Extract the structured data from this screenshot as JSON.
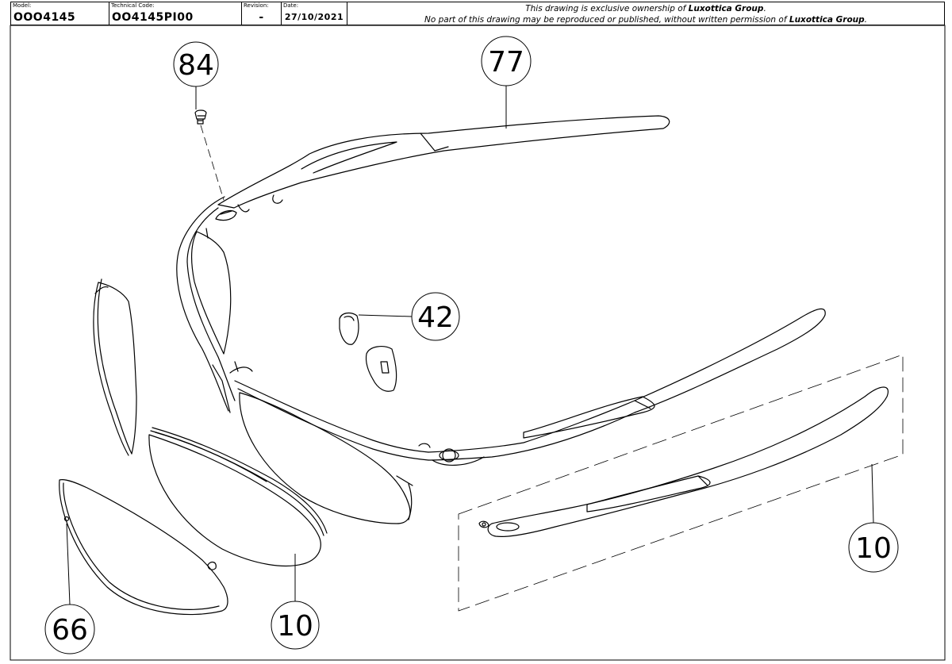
{
  "title_block": {
    "model_label": "Model:",
    "model_value": "OOO4145",
    "technical_code_label": "Technical Code:",
    "technical_code_value": "OO4145PI00",
    "revision_label": "Revision:",
    "revision_value": "-",
    "date_label": "Date:",
    "date_value": "27/10/2021",
    "notice_line1_pre": "This drawing is exclusive ownership of ",
    "notice_line1_brand": "Luxottica Group",
    "notice_line1_post": ".",
    "notice_line2_pre": "No part of this drawing may be reproduced or published, without written permission of ",
    "notice_line2_brand": "Luxottica Group",
    "notice_line2_post": "."
  },
  "callouts": {
    "screw": "84",
    "temple": "77",
    "nose_pads": "42",
    "temple_kit": "10",
    "lens": "10",
    "rim": "66"
  }
}
